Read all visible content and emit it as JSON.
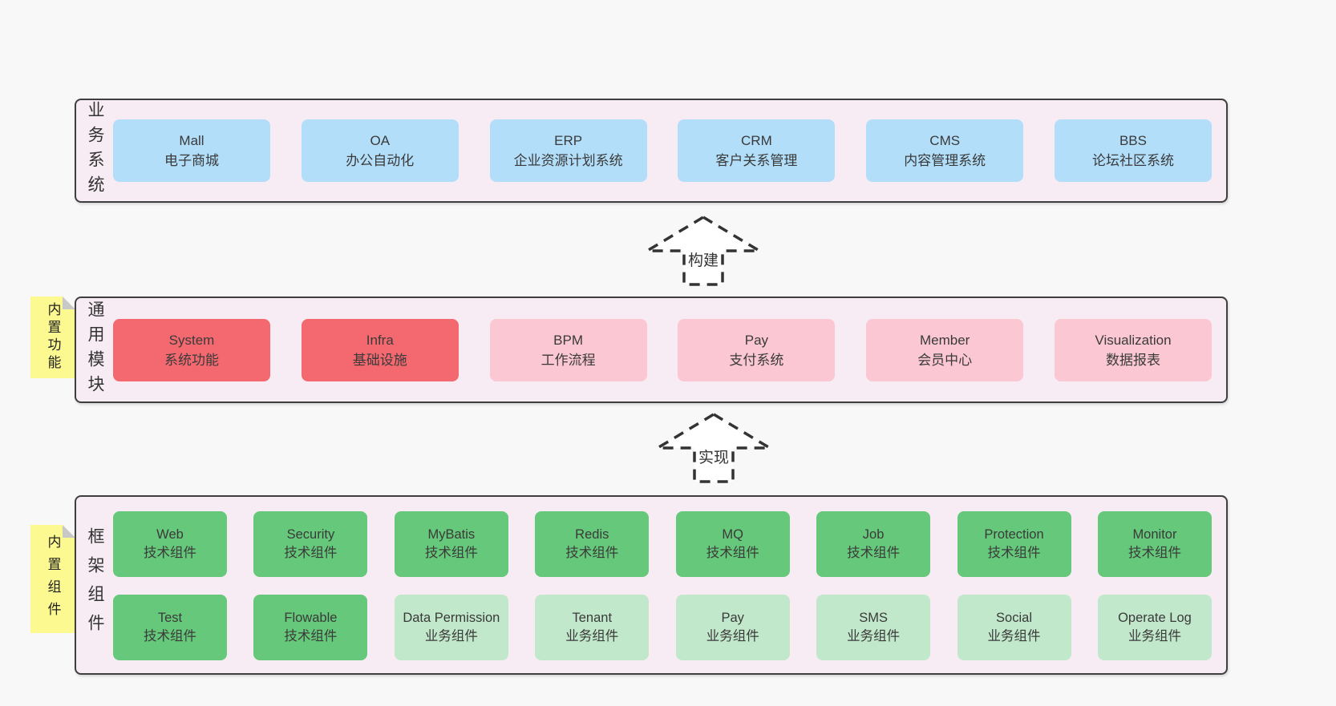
{
  "colors": {
    "page_bg": "#f8f8f8",
    "panel_bg": "#f7ecf4",
    "panel_border": "#3f3f3f",
    "text": "#3a3a3a",
    "blue": "#b2def9",
    "red": "#f4696f",
    "pink": "#fac7d3",
    "green": "#66c87a",
    "greenLight": "#c2e8cb",
    "sticky_yellow": "#fbf990",
    "sticky_fold": "#c8c8c8",
    "arrow_stroke": "#333333"
  },
  "arrows": [
    {
      "id": "build",
      "label": "构建"
    },
    {
      "id": "implement",
      "label": "实现"
    }
  ],
  "sections": [
    {
      "id": "business-systems",
      "label": "业务系统",
      "sticky": null,
      "rows": [
        [
          {
            "id": "mall",
            "en": "Mall",
            "zh": "电子商城",
            "variant": "blue"
          },
          {
            "id": "oa",
            "en": "OA",
            "zh": "办公自动化",
            "variant": "blue"
          },
          {
            "id": "erp",
            "en": "ERP",
            "zh": "企业资源计划系统",
            "variant": "blue"
          },
          {
            "id": "crm",
            "en": "CRM",
            "zh": "客户关系管理",
            "variant": "blue"
          },
          {
            "id": "cms",
            "en": "CMS",
            "zh": "内容管理系统",
            "variant": "blue"
          },
          {
            "id": "bbs",
            "en": "BBS",
            "zh": "论坛社区系统",
            "variant": "blue"
          }
        ]
      ]
    },
    {
      "id": "common-modules",
      "label": "通用模块",
      "sticky": "内置功能",
      "rows": [
        [
          {
            "id": "system",
            "en": "System",
            "zh": "系统功能",
            "variant": "red"
          },
          {
            "id": "infra",
            "en": "Infra",
            "zh": "基础设施",
            "variant": "red"
          },
          {
            "id": "bpm",
            "en": "BPM",
            "zh": "工作流程",
            "variant": "pink"
          },
          {
            "id": "pay-module",
            "en": "Pay",
            "zh": "支付系统",
            "variant": "pink"
          },
          {
            "id": "member",
            "en": "Member",
            "zh": "会员中心",
            "variant": "pink"
          },
          {
            "id": "visualization",
            "en": "Visualization",
            "zh": "数据报表",
            "variant": "pink"
          }
        ]
      ]
    },
    {
      "id": "framework-components",
      "label": "框架组件",
      "sticky": "内置组件",
      "rows": [
        [
          {
            "id": "web",
            "en": "Web",
            "zh": "技术组件",
            "variant": "green"
          },
          {
            "id": "security",
            "en": "Security",
            "zh": "技术组件",
            "variant": "green"
          },
          {
            "id": "mybatis",
            "en": "MyBatis",
            "zh": "技术组件",
            "variant": "green"
          },
          {
            "id": "redis",
            "en": "Redis",
            "zh": "技术组件",
            "variant": "green"
          },
          {
            "id": "mq",
            "en": "MQ",
            "zh": "技术组件",
            "variant": "green"
          },
          {
            "id": "job",
            "en": "Job",
            "zh": "技术组件",
            "variant": "green"
          },
          {
            "id": "protection",
            "en": "Protection",
            "zh": "技术组件",
            "variant": "green"
          },
          {
            "id": "monitor",
            "en": "Monitor",
            "zh": "技术组件",
            "variant": "green"
          }
        ],
        [
          {
            "id": "test",
            "en": "Test",
            "zh": "技术组件",
            "variant": "green"
          },
          {
            "id": "flowable",
            "en": "Flowable",
            "zh": "技术组件",
            "variant": "green"
          },
          {
            "id": "data-permission",
            "en": "Data Permission",
            "zh": "业务组件",
            "variant": "greenLight"
          },
          {
            "id": "tenant",
            "en": "Tenant",
            "zh": "业务组件",
            "variant": "greenLight"
          },
          {
            "id": "pay-component",
            "en": "Pay",
            "zh": "业务组件",
            "variant": "greenLight"
          },
          {
            "id": "sms",
            "en": "SMS",
            "zh": "业务组件",
            "variant": "greenLight"
          },
          {
            "id": "social",
            "en": "Social",
            "zh": "业务组件",
            "variant": "greenLight"
          },
          {
            "id": "operate-log",
            "en": "Operate Log",
            "zh": "业务组件",
            "variant": "greenLight"
          }
        ]
      ]
    }
  ]
}
